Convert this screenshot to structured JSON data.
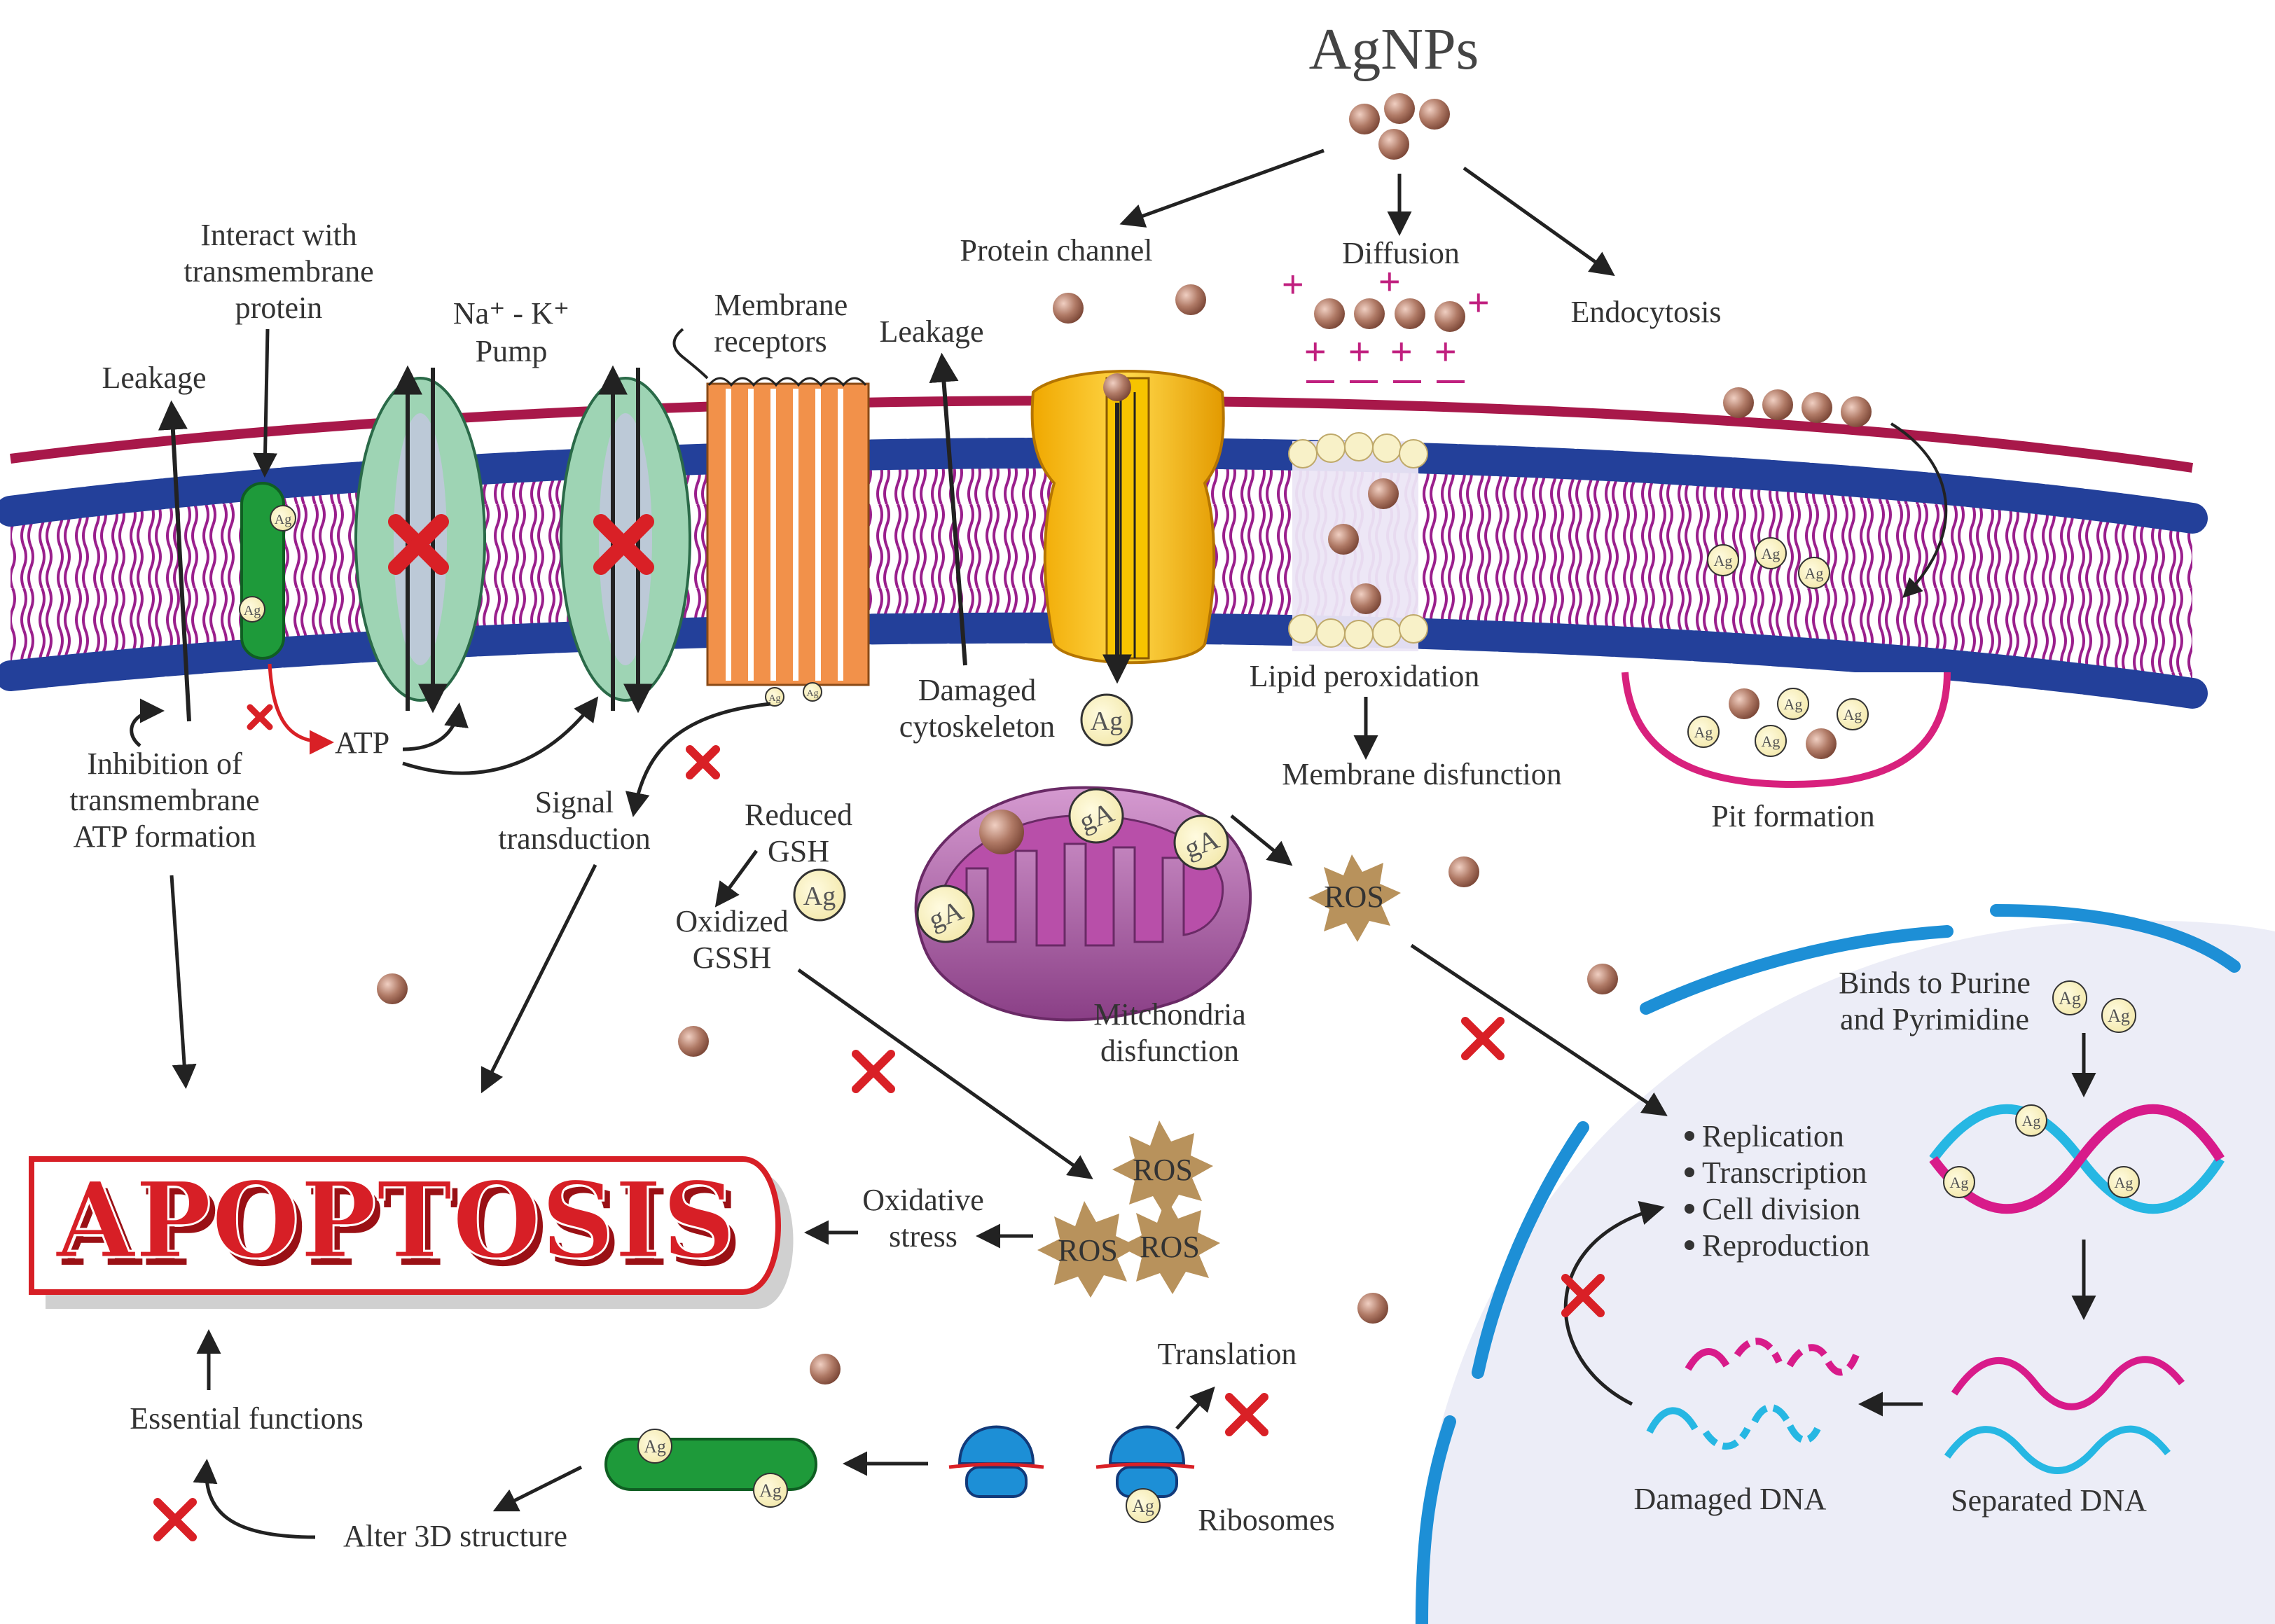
{
  "title": "AgNPs",
  "entry": {
    "protein_channel": "Protein channel",
    "diffusion": "Diffusion",
    "endocytosis": "Endocytosis"
  },
  "membrane": {
    "leakage_left": "Leakage",
    "leakage_mid": "Leakage",
    "interact": [
      "Interact with",
      "transmembrane",
      "protein"
    ],
    "pump": [
      "Na⁺ - K⁺",
      "Pump"
    ],
    "receptors": [
      "Membrane",
      "receptors"
    ],
    "damaged_cytoskeleton": [
      "Damaged",
      "cytoskeleton"
    ],
    "lipid_peroxidation": "Lipid peroxidation",
    "membrane_disfunction": "Membrane disfunction",
    "pit_formation": "Pit formation",
    "atp": "ATP",
    "inhibition": [
      "Inhibition of",
      "transmembrane",
      "ATP formation"
    ],
    "signal": [
      "Signal",
      "transduction"
    ]
  },
  "cytoplasm": {
    "reduced_gsh": [
      "Reduced",
      "GSH"
    ],
    "oxidized_gssh": [
      "Oxidized",
      "GSSH"
    ],
    "mitochondria": [
      "Mitchondria",
      "disfunction"
    ],
    "ros": "ROS",
    "oxidative_stress": [
      "Oxidative",
      "stress"
    ],
    "translation": "Translation",
    "ribosomes": "Ribosomes",
    "alter_3d": "Alter 3D structure",
    "essential_functions": "Essential functions"
  },
  "apoptosis": "APOPTOSIS",
  "ag_label": "Ag",
  "ga_label": "gA",
  "nucleus": {
    "binds": [
      "Binds to Purine",
      "and Pyrimidine"
    ],
    "functions": [
      "Replication",
      "Transcription",
      "Cell division",
      "Reproduction"
    ],
    "damaged_dna": "Damaged DNA",
    "separated_dna": "Separated DNA"
  },
  "colors": {
    "membrane_line": "#a8184a",
    "head_blue": "#23409a",
    "tail_purple": "#9a1f8c",
    "pump_green": "#9ed4b4",
    "receptor_orange": "#f2914a",
    "channel_yellow": "#f5b800",
    "particle_brown": "#a9705a",
    "ros_tan": "#b8925c",
    "nucleus_bg": "#ecedf7",
    "nucleus_blue": "#1d8fd6",
    "dna_pink": "#d81b8a",
    "dna_cyan": "#26b7e3",
    "apoptosis_red": "#d71f26",
    "x_red": "#d92026"
  }
}
